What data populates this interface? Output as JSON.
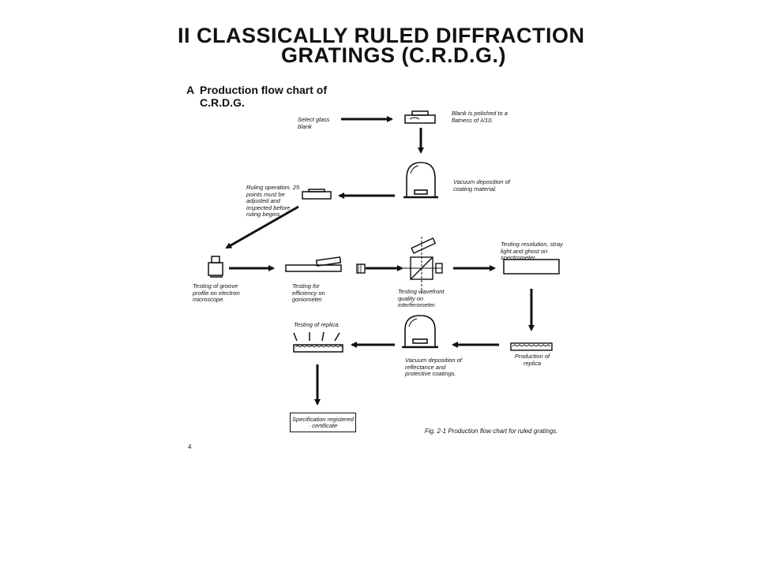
{
  "header": {
    "title_line1": "II CLASSICALLY RULED DIFFRACTION",
    "title_line2": "GRATINGS (C.R.D.G.)"
  },
  "section": {
    "letter": "A",
    "title": "Production flow chart of C.R.D.G."
  },
  "steps": {
    "select_blank": "Select glass blank",
    "polish": "Blank is polished to a flatness of λ/10.",
    "vacuum_coating": "Vacuum deposition of coating material.",
    "ruling": "Ruling operation. 25 points must be adjusted and inspected before ruling begins.",
    "groove_test": "Testing of groove profile on electron microscope.",
    "efficiency_test": "Testing for efficiency on goniometer.",
    "wavefront_test": "Testing wavefront quality on interferometer.",
    "resolution_test": "Testing resolution, stray light and ghost on spectrometer.",
    "replica_production": "Production of replica",
    "vacuum_reflectance": "Vacuum deposition of reflectance and protective coatings.",
    "replica_test": "Testing of replica.",
    "specification": "Specification registered · certificate"
  },
  "figure_caption": "Fig.   2-1 Production flow chart for ruled gratings.",
  "page_number": "4"
}
